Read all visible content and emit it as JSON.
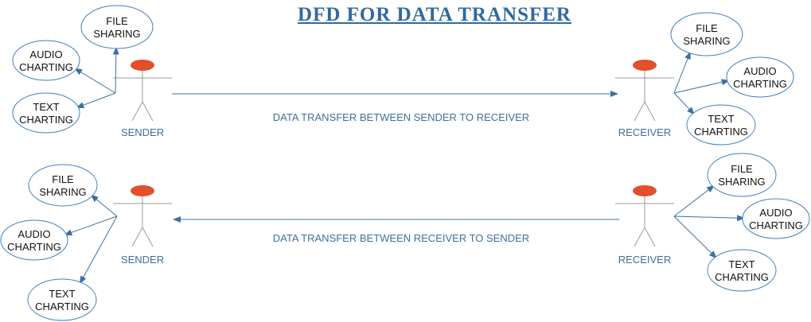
{
  "title": "DFD FOR DATA TRANSFER",
  "colors": {
    "title": "#2e6aa0",
    "line": "#3f6f9d",
    "head": "#e2502b",
    "oval_stroke": "#3f7fc0",
    "figure": "#9a9a9a"
  },
  "diagrams": [
    {
      "sender_label": "SENDER",
      "receiver_label": "RECEIVER",
      "arrow_label": "DATA TRANSFER BETWEEN SENDER TO RECEIVER",
      "arrow_direction": "sender-to-receiver",
      "sender_ovals": [
        [
          "FILE",
          "SHARING"
        ],
        [
          "AUDIO",
          "CHARTING"
        ],
        [
          "TEXT",
          "CHARTING"
        ]
      ],
      "receiver_ovals": [
        [
          "FILE",
          "SHARING"
        ],
        [
          "AUDIO",
          "CHARTING"
        ],
        [
          "TEXT",
          "CHARTING"
        ]
      ]
    },
    {
      "sender_label": "SENDER",
      "receiver_label": "RECEIVER",
      "arrow_label": "DATA TRANSFER BETWEEN RECEIVER TO SENDER",
      "arrow_direction": "receiver-to-sender",
      "sender_ovals": [
        [
          "FILE",
          "SHARING"
        ],
        [
          "AUDIO",
          "CHARTING"
        ],
        [
          "TEXT",
          "CHARTING"
        ]
      ],
      "receiver_ovals": [
        [
          "FILE",
          "SHARING"
        ],
        [
          "AUDIO",
          "CHARTING"
        ],
        [
          "TEXT",
          "CHARTING"
        ]
      ]
    }
  ]
}
